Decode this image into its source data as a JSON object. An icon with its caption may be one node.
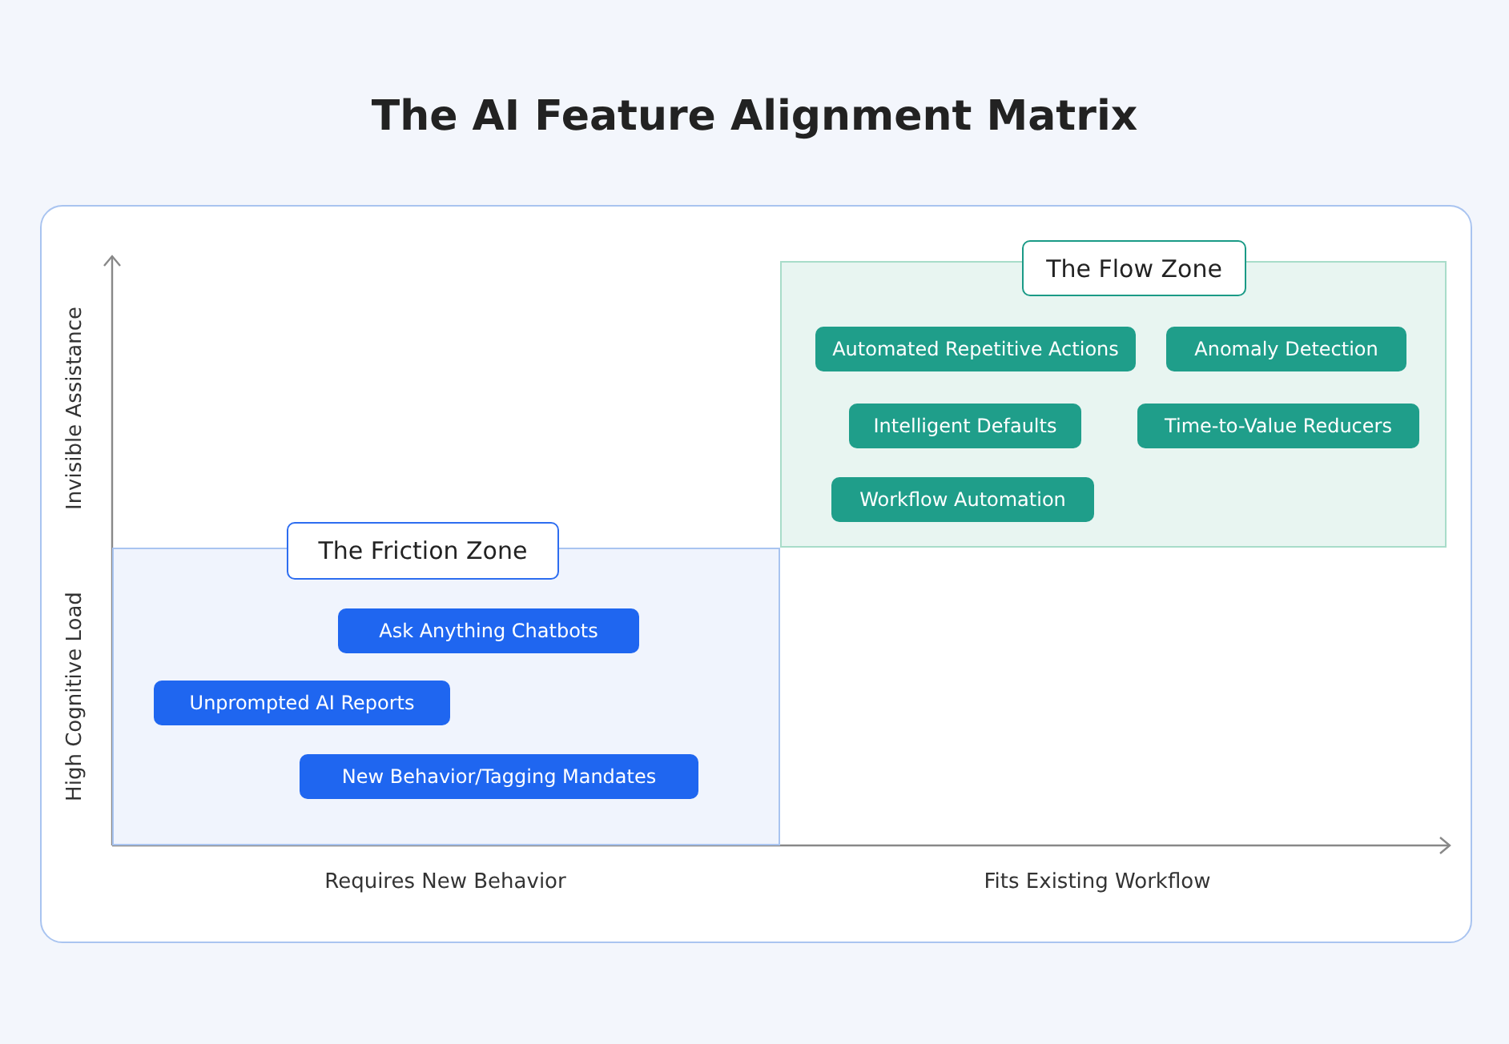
{
  "diagram": {
    "title": "The AI Feature Alignment Matrix",
    "nodes": [
      {
        "text": [
          "The Flow Zone"
        ]
      },
      {
        "text": [
          "Automated Repetitive Actions"
        ],
        "in": 0
      },
      {
        "text": [
          "Anomaly Detection"
        ],
        "in": 0
      },
      {
        "text": [
          "Intelligent Defaults"
        ],
        "in": 0
      },
      {
        "text": [
          "Time-to-Value Reducers"
        ],
        "in": 0
      },
      {
        "text": [
          "Workflow Automation"
        ],
        "in": 0
      },
      {
        "text": [
          "The Friction Zone"
        ]
      },
      {
        "text": [
          "Ask Anything Chatbots"
        ],
        "in": 6
      },
      {
        "text": [
          "Unprompted AI Reports"
        ],
        "in": 6
      },
      {
        "text": [
          "New Behavior/Tagging Mandates"
        ],
        "in": 6
      }
    ],
    "edges": [],
    "labels": [
      "Invisible Assistance",
      "High Cognitive Load",
      "Requires New Behavior",
      "Fits Existing Workflow"
    ]
  }
}
